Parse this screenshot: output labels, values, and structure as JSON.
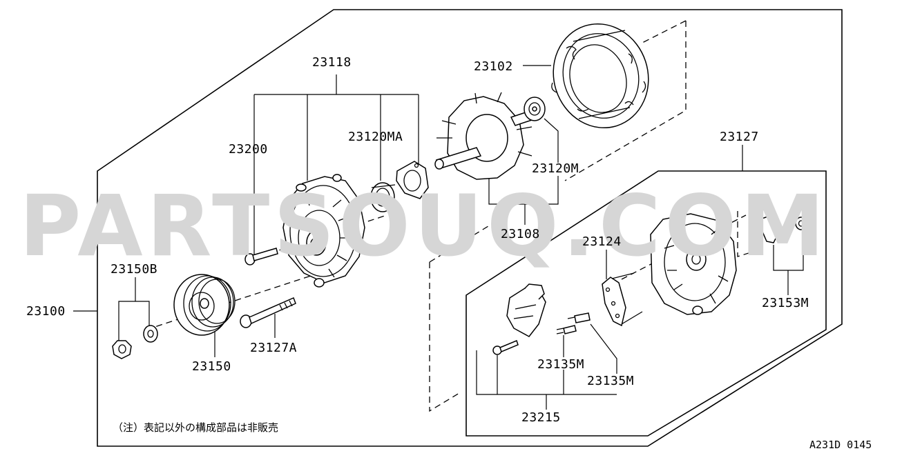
{
  "watermark": "PARTSOUQ.COM",
  "labels": {
    "p23118": "23118",
    "p23102": "23102",
    "p23200": "23200",
    "p23120MA": "23120MA",
    "p23120M": "23120M",
    "p23127": "23127",
    "p23108": "23108",
    "p23124": "23124",
    "p23150B": "23150B",
    "p23100": "23100",
    "p23153M": "23153M",
    "p23127A": "23127A",
    "p23150": "23150",
    "p23135M_a": "23135M",
    "p23135M_b": "23135M",
    "p23215": "23215"
  },
  "note": "（注）表記以外の構成部品は非販売",
  "diagram_code": "A231D 0145"
}
